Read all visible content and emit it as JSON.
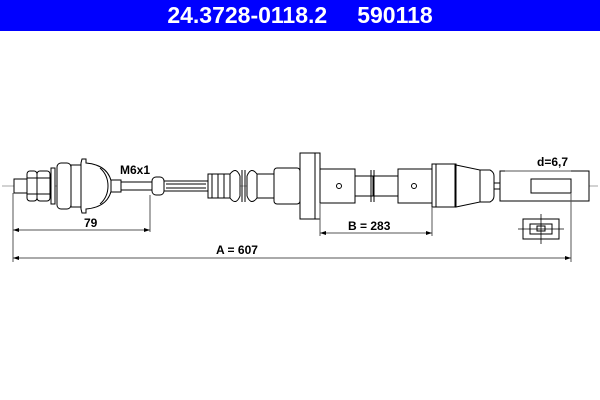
{
  "header": {
    "part_number": "24.3728-0118.2",
    "ref_number": "590118",
    "background": "#0000ff",
    "text_color": "#ffffff"
  },
  "drawing": {
    "thread_label": "M6x1",
    "dim_left": "79",
    "dim_b": "B = 283",
    "dim_a": "A = 607",
    "diameter_label": "d=6,7"
  }
}
